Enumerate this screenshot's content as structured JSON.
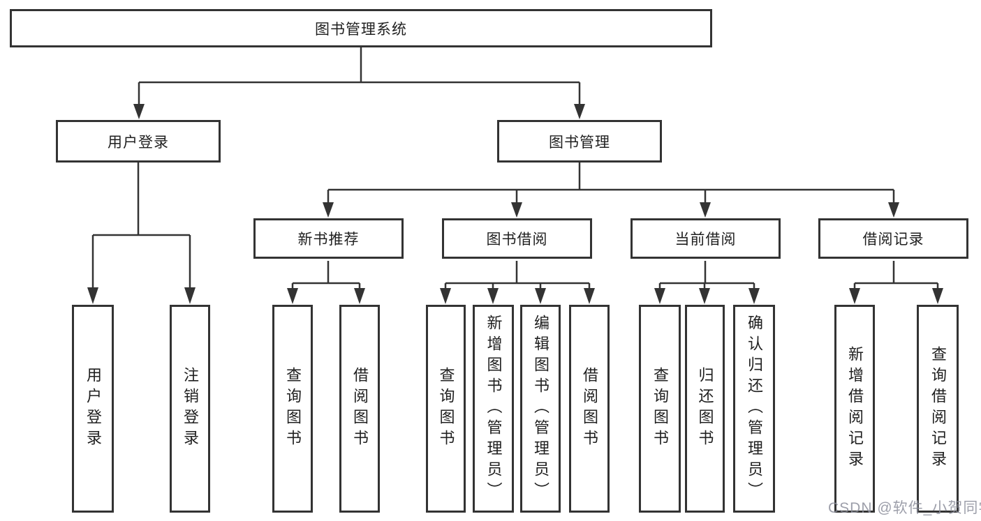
{
  "diagram": {
    "title": "图书管理系统",
    "nodes": {
      "root": "图书管理系统",
      "user_login": "用户登录",
      "book_mgmt": "图书管理",
      "new_book_rec": "新书推荐",
      "book_borrow": "图书借阅",
      "current_borrow": "当前借阅",
      "borrow_record": "借阅记录",
      "leaf_user_login": "用户登录",
      "leaf_logout": "注销登录",
      "rec_query_book": "查询图书",
      "rec_borrow_book": "借阅图书",
      "bb_query_book": "查询图书",
      "bb_add_book": "新增图书（管理员）",
      "bb_edit_book": "编辑图书（管理员）",
      "bb_borrow_book": "借阅图书",
      "cb_query_book": "查询图书",
      "cb_return_book": "归还图书",
      "cb_confirm_return": "确认归还（管理员）",
      "br_add_record": "新增借阅记录",
      "br_query_record": "查询借阅记录"
    },
    "hierarchy": {
      "图书管理系统": {
        "用户登录": [
          "用户登录",
          "注销登录"
        ],
        "图书管理": {
          "新书推荐": [
            "查询图书",
            "借阅图书"
          ],
          "图书借阅": [
            "查询图书",
            "新增图书（管理员）",
            "编辑图书（管理员）",
            "借阅图书"
          ],
          "当前借阅": [
            "查询图书",
            "归还图书",
            "确认归还（管理员）"
          ],
          "借阅记录": [
            "新增借阅记录",
            "查询借阅记录"
          ]
        }
      }
    }
  },
  "watermark": "CSDN @软件_小贺同学",
  "colors": {
    "line": "#333333",
    "box_border": "#333333",
    "text": "#1f1f1f",
    "watermark": "#8c8e9b",
    "background": "#ffffff"
  }
}
